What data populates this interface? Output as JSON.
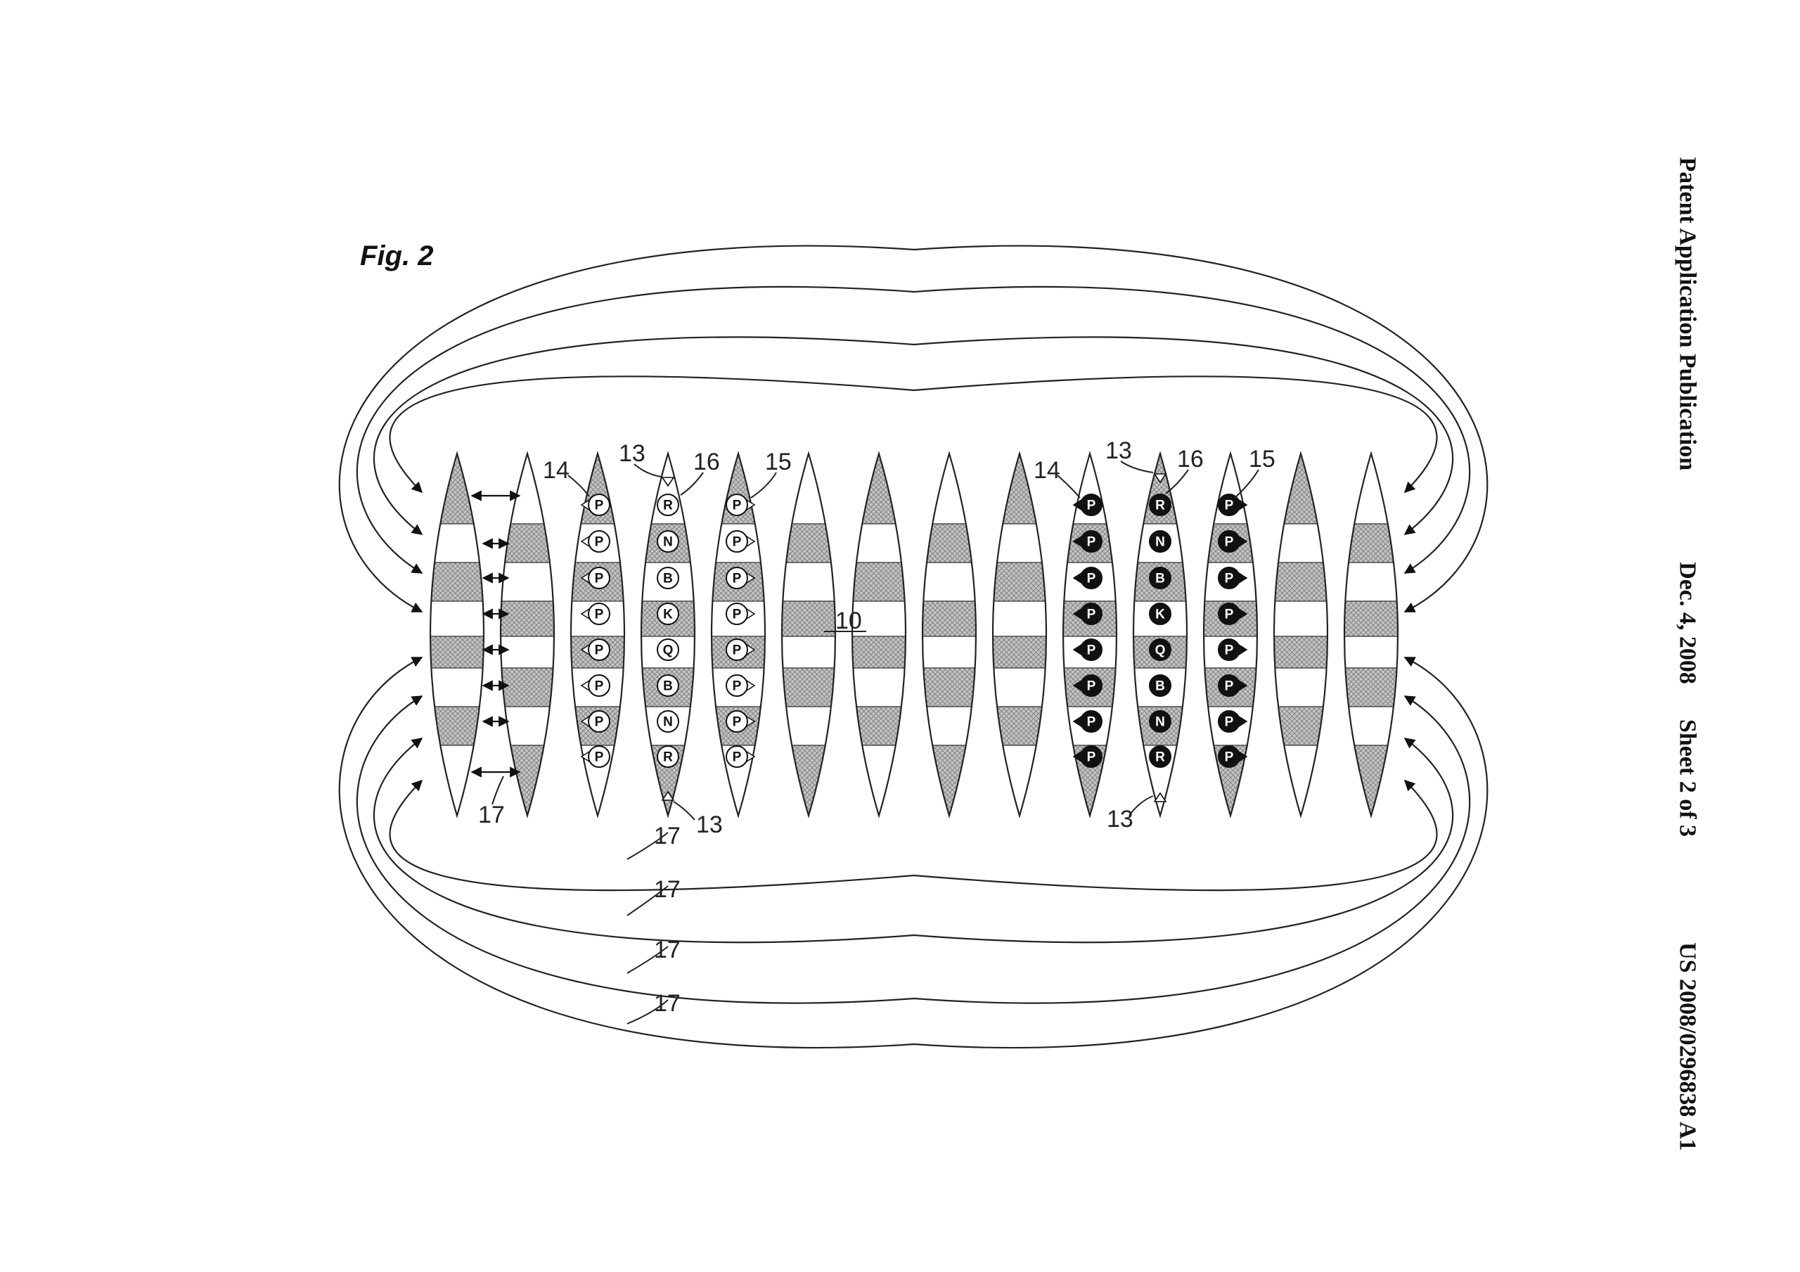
{
  "header": {
    "left": "Patent Application Publication",
    "date": "Dec. 4, 2008",
    "sheet": "Sheet 2 of 3",
    "number": "US 2008/0296838 A1"
  },
  "figure": {
    "title": "Fig. 2",
    "center_label": "10",
    "left_group_labels": {
      "top_13": "13",
      "l14": "14",
      "l16": "16",
      "l15": "15",
      "bottom_13": "13"
    },
    "right_group_labels": {
      "top_13": "13",
      "l14": "14",
      "l16": "16",
      "l15": "15",
      "bottom_13": "13"
    },
    "label_17": [
      "17",
      "17",
      "17",
      "17",
      "17"
    ],
    "pieces_left_col": [
      "P",
      "P",
      "P",
      "P",
      "P",
      "P",
      "P",
      "P"
    ],
    "pieces_royal_col": [
      "R",
      "N",
      "B",
      "K",
      "Q",
      "B",
      "N",
      "R"
    ],
    "pieces_right_col": [
      "P",
      "P",
      "P",
      "P",
      "P",
      "P",
      "P",
      "P"
    ]
  }
}
